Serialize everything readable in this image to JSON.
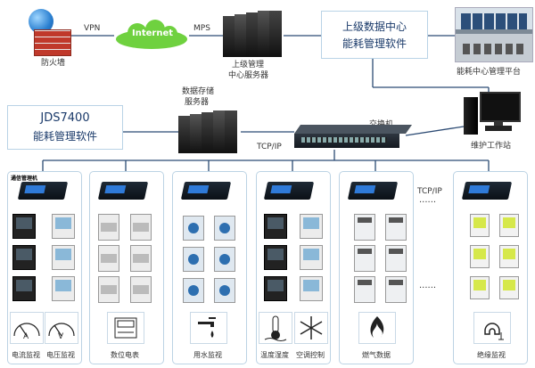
{
  "top": {
    "vpn": "VPN",
    "internet": "Internet",
    "mps": "MPS",
    "firewall": "防火墙",
    "mgmt_server": [
      "上级管理",
      "中心服务器"
    ],
    "upper_center": [
      "上级数据中心",
      "能耗管理软件"
    ],
    "platform": "能耗中心管理平台"
  },
  "middle": {
    "jds_title": "JDS7400",
    "jds_sub": "能耗管理软件",
    "storage": [
      "数据存储",
      "服务器"
    ],
    "switch": "交换机",
    "tcpip_left": "TCP/IP",
    "workstation": "维护工作站"
  },
  "bottom": {
    "gateway": "通信管理机",
    "tcpip_right": "TCP/IP",
    "dots": "······",
    "panels": [
      {
        "id": "elec",
        "labels": [
          "电流监视",
          "电压监视"
        ],
        "meter_letters": [
          "A",
          "V"
        ]
      },
      {
        "id": "digital",
        "labels": [
          "数位电表"
        ]
      },
      {
        "id": "water",
        "labels": [
          "用水监视"
        ]
      },
      {
        "id": "hvac",
        "labels": [
          "温度湿度",
          "空调控制"
        ]
      },
      {
        "id": "gas",
        "labels": [
          "燃气数据"
        ]
      },
      {
        "id": "insul",
        "labels": [
          "绝缘监视"
        ]
      }
    ]
  },
  "colors": {
    "line": "#2b4a73",
    "frame": "#b9d3e6",
    "cloud": "#6fd13f",
    "text": "#333333"
  }
}
